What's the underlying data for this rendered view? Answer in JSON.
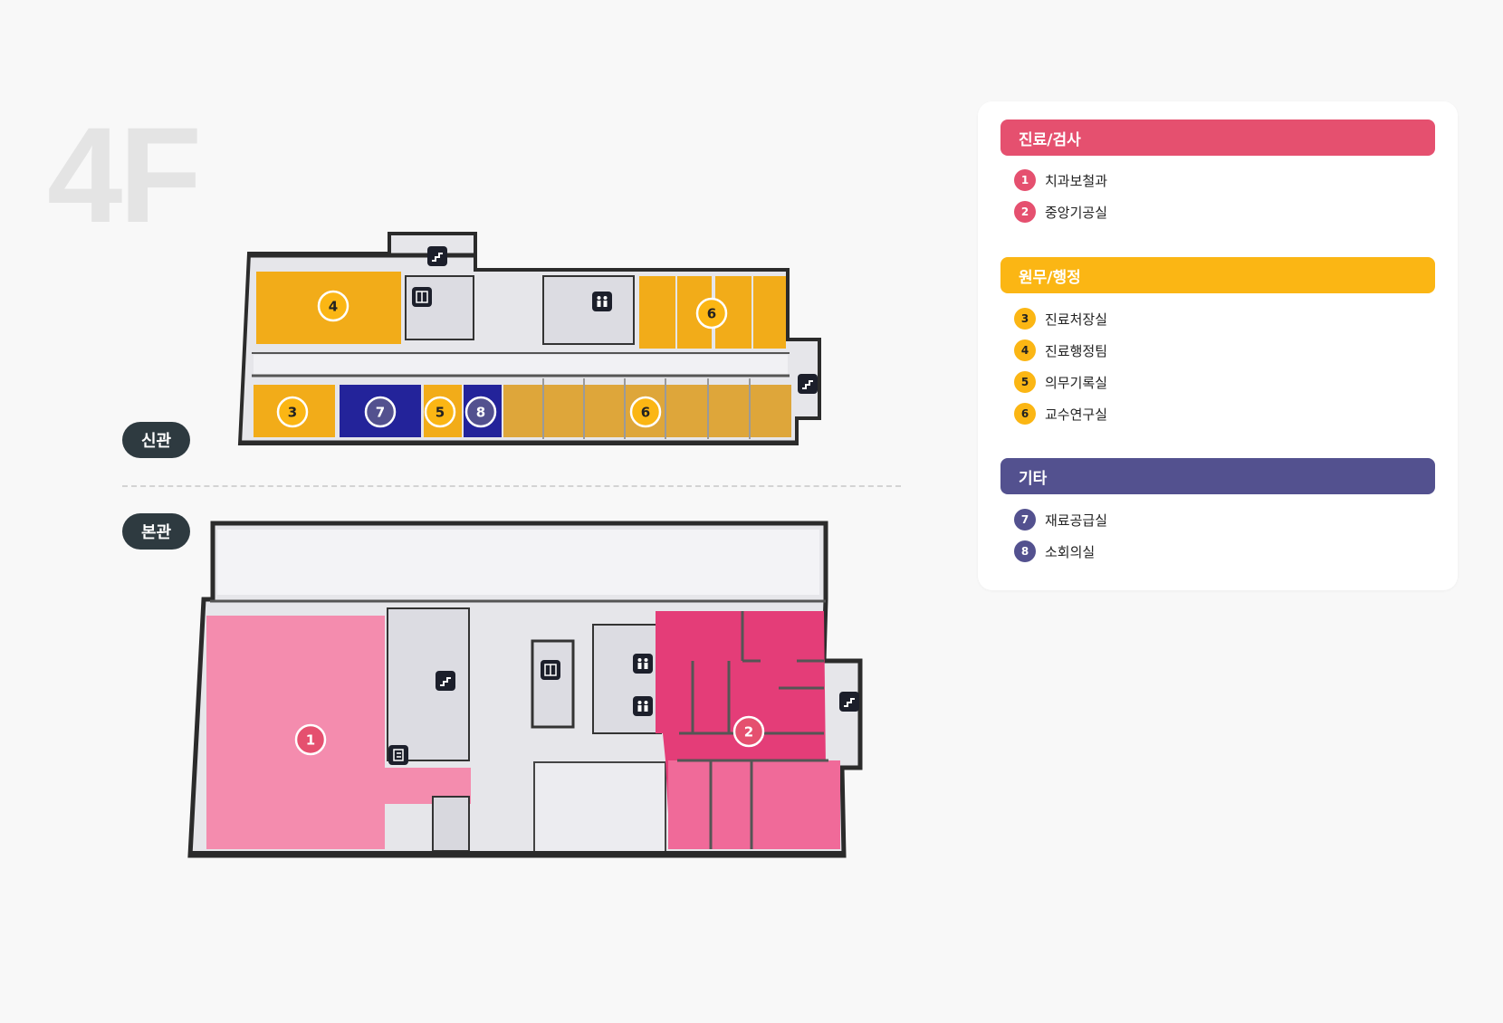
{
  "floor": "4F",
  "buildings": {
    "new": "신관",
    "main": "본관"
  },
  "colors": {
    "pink": "#e5506f",
    "yellow": "#fbb614",
    "purple": "#53518f",
    "room_pink": "#f48cae",
    "room_magenta": "#e43d78",
    "room_gold": "#f2ac19",
    "room_navy": "#23239a"
  },
  "legend": {
    "categories": [
      {
        "name": "진료/검사",
        "color": "#e5506f",
        "items": [
          {
            "num": "1",
            "label": "치과보철과"
          },
          {
            "num": "2",
            "label": "중앙기공실"
          }
        ]
      },
      {
        "name": "원무/행정",
        "color": "#fbb614",
        "items": [
          {
            "num": "3",
            "label": "진료처장실"
          },
          {
            "num": "4",
            "label": "진료행정팀"
          },
          {
            "num": "5",
            "label": "의무기록실"
          },
          {
            "num": "6",
            "label": "교수연구실"
          }
        ]
      },
      {
        "name": "기타",
        "color": "#53518f",
        "items": [
          {
            "num": "7",
            "label": "재료공급실"
          },
          {
            "num": "8",
            "label": "소회의실"
          }
        ]
      }
    ]
  },
  "map_markers": [
    {
      "num": "4",
      "category": "원무/행정"
    },
    {
      "num": "6",
      "category": "원무/행정"
    },
    {
      "num": "3",
      "category": "원무/행정"
    },
    {
      "num": "7",
      "category": "기타"
    },
    {
      "num": "5",
      "category": "원무/행정"
    },
    {
      "num": "8",
      "category": "기타"
    },
    {
      "num": "6",
      "category": "원무/행정"
    },
    {
      "num": "1",
      "category": "진료/검사"
    },
    {
      "num": "2",
      "category": "진료/검사"
    }
  ],
  "map_icons": [
    "stairs-icon",
    "elevator-icon",
    "restroom-icon",
    "stairs-icon",
    "stairs-icon",
    "elevator-icon",
    "restroom-icon",
    "restroom-icon",
    "stairs-icon",
    "info-icon"
  ]
}
